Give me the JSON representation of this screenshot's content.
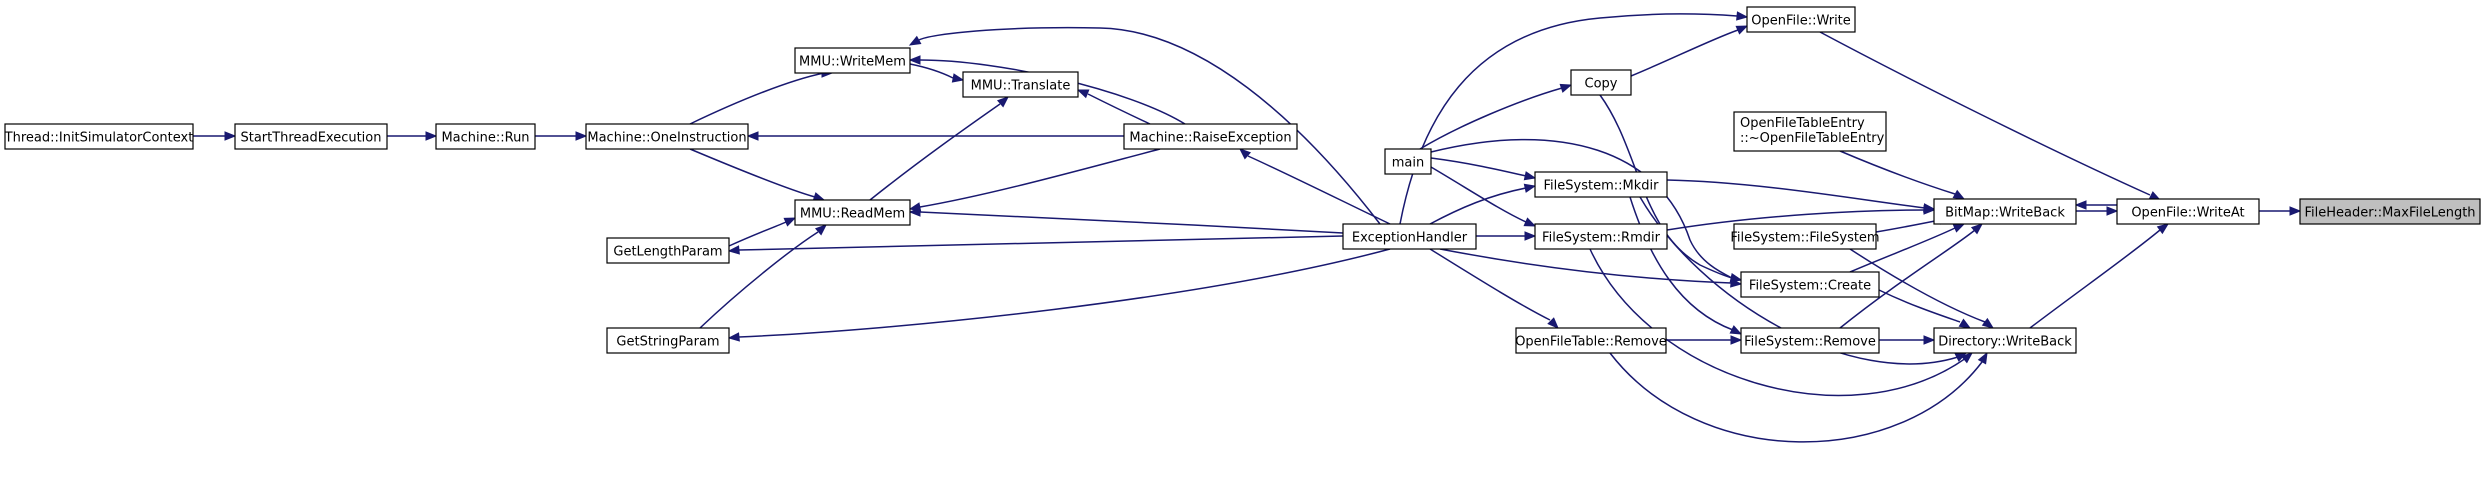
{
  "nodes": [
    {
      "id": "maxfilelength",
      "lines": [
        "FileHeader::MaxFileLength"
      ],
      "root": true
    },
    {
      "id": "writeat",
      "lines": [
        "OpenFile::WriteAt"
      ]
    },
    {
      "id": "bitmap_writeback",
      "lines": [
        "BitMap::WriteBack"
      ]
    },
    {
      "id": "dir_writeback",
      "lines": [
        "Directory::WriteBack"
      ]
    },
    {
      "id": "openfile_write",
      "lines": [
        "OpenFile::Write"
      ]
    },
    {
      "id": "oft_entry_dtor",
      "lines": [
        "OpenFileTableEntry",
        "::~OpenFileTableEntry"
      ]
    },
    {
      "id": "fs_filesystem",
      "lines": [
        "FileSystem::FileSystem"
      ]
    },
    {
      "id": "fs_create",
      "lines": [
        "FileSystem::Create"
      ]
    },
    {
      "id": "fs_remove",
      "lines": [
        "FileSystem::Remove"
      ]
    },
    {
      "id": "copy",
      "lines": [
        "Copy"
      ]
    },
    {
      "id": "fs_mkdir",
      "lines": [
        "FileSystem::Mkdir"
      ]
    },
    {
      "id": "fs_rmdir",
      "lines": [
        "FileSystem::Rmdir"
      ]
    },
    {
      "id": "oft_remove",
      "lines": [
        "OpenFileTable::Remove"
      ]
    },
    {
      "id": "main",
      "lines": [
        "main"
      ]
    },
    {
      "id": "exception_handler",
      "lines": [
        "ExceptionHandler"
      ]
    },
    {
      "id": "raise_exception",
      "lines": [
        "Machine::RaiseException"
      ]
    },
    {
      "id": "mmu_writemem",
      "lines": [
        "MMU::WriteMem"
      ]
    },
    {
      "id": "mmu_translate",
      "lines": [
        "MMU::Translate"
      ]
    },
    {
      "id": "mmu_readmem",
      "lines": [
        "MMU::ReadMem"
      ]
    },
    {
      "id": "get_length_param",
      "lines": [
        "GetLengthParam"
      ]
    },
    {
      "id": "get_string_param",
      "lines": [
        "GetStringParam"
      ]
    },
    {
      "id": "one_instruction",
      "lines": [
        "Machine::OneInstruction"
      ]
    },
    {
      "id": "machine_run",
      "lines": [
        "Machine::Run"
      ]
    },
    {
      "id": "start_thread_execution",
      "lines": [
        "StartThreadExecution"
      ]
    },
    {
      "id": "init_sim_context",
      "lines": [
        "Thread::InitSimulatorContext"
      ]
    }
  ],
  "edges": [
    {
      "from": "writeat",
      "to": "maxfilelength"
    },
    {
      "from": "bitmap_writeback",
      "to": "writeat"
    },
    {
      "from": "writeat",
      "to": "bitmap_writeback"
    },
    {
      "from": "dir_writeback",
      "to": "writeat"
    },
    {
      "from": "openfile_write",
      "to": "writeat"
    },
    {
      "from": "oft_entry_dtor",
      "to": "bitmap_writeback"
    },
    {
      "from": "fs_filesystem",
      "to": "bitmap_writeback"
    },
    {
      "from": "fs_create",
      "to": "bitmap_writeback"
    },
    {
      "from": "fs_remove",
      "to": "bitmap_writeback"
    },
    {
      "from": "fs_mkdir",
      "to": "bitmap_writeback"
    },
    {
      "from": "fs_rmdir",
      "to": "bitmap_writeback"
    },
    {
      "from": "fs_filesystem",
      "to": "dir_writeback"
    },
    {
      "from": "fs_create",
      "to": "dir_writeback"
    },
    {
      "from": "fs_remove",
      "to": "dir_writeback"
    },
    {
      "from": "fs_mkdir",
      "to": "dir_writeback"
    },
    {
      "from": "fs_rmdir",
      "to": "dir_writeback"
    },
    {
      "from": "oft_remove",
      "to": "dir_writeback"
    },
    {
      "from": "copy",
      "to": "openfile_write"
    },
    {
      "from": "exception_handler",
      "to": "openfile_write"
    },
    {
      "from": "main",
      "to": "copy"
    },
    {
      "from": "main",
      "to": "fs_mkdir"
    },
    {
      "from": "main",
      "to": "fs_rmdir"
    },
    {
      "from": "main",
      "to": "fs_create"
    },
    {
      "from": "copy",
      "to": "fs_create"
    },
    {
      "from": "exception_handler",
      "to": "fs_mkdir"
    },
    {
      "from": "exception_handler",
      "to": "fs_rmdir"
    },
    {
      "from": "exception_handler",
      "to": "fs_create"
    },
    {
      "from": "exception_handler",
      "to": "oft_remove"
    },
    {
      "from": "oft_remove",
      "to": "fs_remove"
    },
    {
      "from": "fs_mkdir",
      "to": "fs_remove"
    },
    {
      "from": "exception_handler",
      "to": "raise_exception"
    },
    {
      "from": "exception_handler",
      "to": "mmu_readmem"
    },
    {
      "from": "exception_handler",
      "to": "get_length_param"
    },
    {
      "from": "exception_handler",
      "to": "get_string_param"
    },
    {
      "from": "exception_handler",
      "to": "mmu_writemem"
    },
    {
      "from": "raise_exception",
      "to": "mmu_writemem"
    },
    {
      "from": "raise_exception",
      "to": "mmu_translate"
    },
    {
      "from": "raise_exception",
      "to": "mmu_readmem"
    },
    {
      "from": "raise_exception",
      "to": "one_instruction"
    },
    {
      "from": "mmu_writemem",
      "to": "mmu_translate"
    },
    {
      "from": "mmu_readmem",
      "to": "mmu_translate"
    },
    {
      "from": "get_length_param",
      "to": "mmu_readmem"
    },
    {
      "from": "get_string_param",
      "to": "mmu_readmem"
    },
    {
      "from": "one_instruction",
      "to": "mmu_writemem"
    },
    {
      "from": "one_instruction",
      "to": "mmu_readmem"
    },
    {
      "from": "machine_run",
      "to": "one_instruction"
    },
    {
      "from": "start_thread_execution",
      "to": "machine_run"
    },
    {
      "from": "init_sim_context",
      "to": "start_thread_execution"
    }
  ]
}
